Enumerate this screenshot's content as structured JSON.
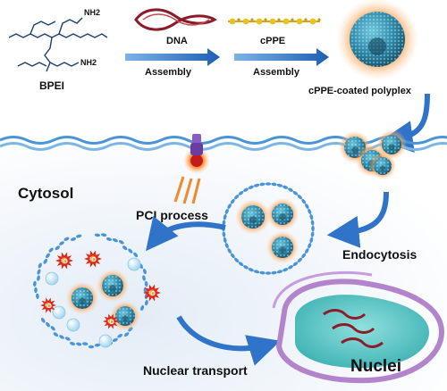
{
  "labels": {
    "bpei": "BPEI",
    "dna": "DNA",
    "cppe": "cPPE",
    "assembly_1": "Assembly",
    "assembly_2": "Assembly",
    "coated_polyplex": "cPPE-coated polyplex",
    "cytosol": "Cytosol",
    "pci_process": "PCI process",
    "endocytosis": "Endocytosis",
    "nuclear_transport": "Nuclear transport",
    "nuclei": "Nuclei",
    "nh2_a": "NH2",
    "nh2_b": "NH2",
    "o2_symbol": "¹O"
  },
  "colors": {
    "arrow_blue": "#2f74c8",
    "membrane_blue": "#4a94d8",
    "polyplex_core": "#2d7f9a",
    "orange_glow": "#f37b2b",
    "nucleus_fill": "#5ec8c8",
    "nucleus_envelope": "#a775c9",
    "dna_red": "#8b1c2a",
    "cppe_yellow": "#e6c21e",
    "ros_red": "#e0281c",
    "vesicle_light_blue": "#bfe3f2"
  }
}
